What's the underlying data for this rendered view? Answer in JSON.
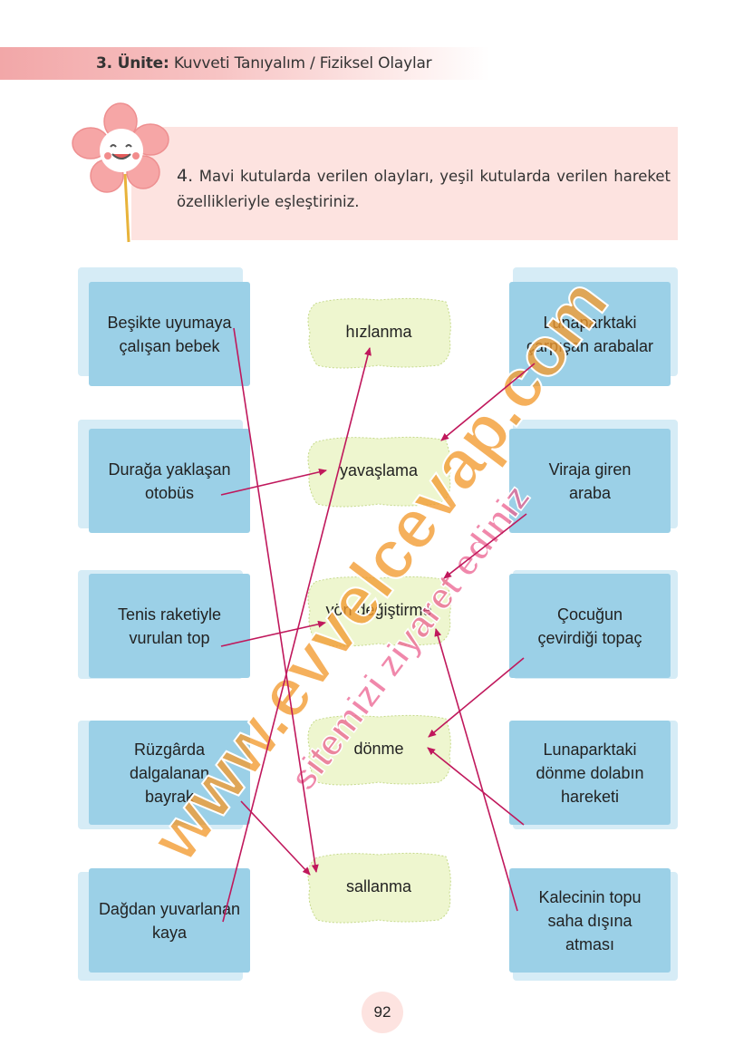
{
  "header": {
    "unit_label": "3. Ünite:",
    "unit_title": "Kuvveti Tanıyalım / Fiziksel Olaylar"
  },
  "instruction": {
    "number": "4.",
    "text": "Mavi kutularda verilen olayları, yeşil kutularda verilen  hareket özellikleriyle eşleştiriniz."
  },
  "left_cards": [
    "Beşikte uyumaya çalışan bebek",
    "Durağa yaklaşan otobüs",
    "Tenis raketiyle vurulan top",
    "Rüzgârda dalgalanan bayrak",
    "Dağdan yuvarlanan kaya"
  ],
  "middle_options": [
    "hızlanma",
    "yavaşlama",
    "yön değiştirme",
    "dönme",
    "sallanma"
  ],
  "right_cards": [
    "Lunaparktaki çarpışan arabalar",
    "Viraja giren araba",
    "Çocuğun çevirdiği topaç",
    "Lunaparktaki dönme dolabın hareketi",
    "Kalecinin topu saha dışına atması"
  ],
  "matches": [
    {
      "from": "Beşikte uyumaya çalışan bebek",
      "to": "sallanma"
    },
    {
      "from": "Durağa yaklaşan otobüs",
      "to": "yavaşlama"
    },
    {
      "from": "Tenis raketiyle vurulan top",
      "to": "yön değiştirme"
    },
    {
      "from": "Rüzgârda dalgalanan bayrak",
      "to": "sallanma"
    },
    {
      "from": "Dağdan yuvarlanan kaya",
      "to": "hızlanma"
    },
    {
      "from": "Lunaparktaki çarpışan arabalar",
      "to": "yavaşlama"
    },
    {
      "from": "Viraja giren araba",
      "to": "yön değiştirme"
    },
    {
      "from": "Çocuğun çevirdiği topaç",
      "to": "dönme"
    },
    {
      "from": "Lunaparktaki dönme dolabın hareketi",
      "to": "dönme"
    },
    {
      "from": "Kalecinin topu saha dışına atması",
      "to": "yön değiştirme"
    }
  ],
  "watermark": {
    "line1": "www.evvelcevap.com",
    "line2": "sitemizi ziyaret ediniz"
  },
  "page_number": "92",
  "colors": {
    "blue_card": "#9bd0e7",
    "green_blob": "#eef6cf",
    "arrow": "#c0185c",
    "header_pink": "#f2a7a8",
    "instruction_bg": "#fde3e0",
    "watermark_orange": "#f29a2e",
    "watermark_pink": "#ea5a8a"
  }
}
